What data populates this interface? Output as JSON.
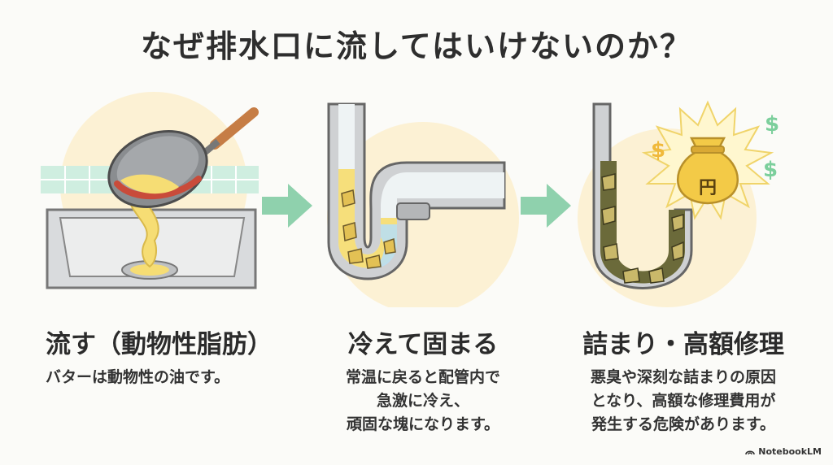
{
  "title": "なぜ排水口に流してはいけないのか？",
  "steps": [
    {
      "heading": "流す（動物性脂肪）",
      "desc": [
        "バターは動物性の油です。"
      ]
    },
    {
      "heading": "冷えて固まる",
      "desc": [
        "常温に戻ると配管内で",
        "急激に冷え、",
        "頑固な塊になります。"
      ]
    },
    {
      "heading": "詰まり・高額修理",
      "desc": [
        "悪臭や深刻な詰まりの原因",
        "となり、高額な修理費用が",
        "発生する危険があります。"
      ]
    }
  ],
  "money_bag_label": "円",
  "dollar_sign": "$",
  "brand": "NotebookLM",
  "icons": [
    "pan-icon",
    "sink-icon",
    "arrow-right-icon",
    "pipe-icon",
    "money-bag-icon",
    "notebooklm-logo-icon"
  ],
  "colors": {
    "arrow": "#8fd1ad",
    "butter": "#f6dd74",
    "pipe": "#a9abad",
    "pan_handle": "#c67d45",
    "money_bag": "#f3ca47",
    "dollar": "#7ccf9c",
    "circle_bg": "#fcf1d4"
  }
}
